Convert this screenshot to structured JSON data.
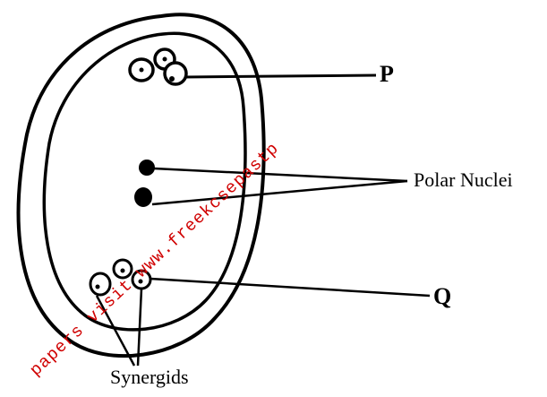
{
  "labels": {
    "p": "P",
    "q": "Q",
    "polar": "Polar Nuclei",
    "synergids": "Synergids"
  },
  "watermark": {
    "text": "papers visit www.freekcsepastp",
    "color": "#d00000"
  }
}
